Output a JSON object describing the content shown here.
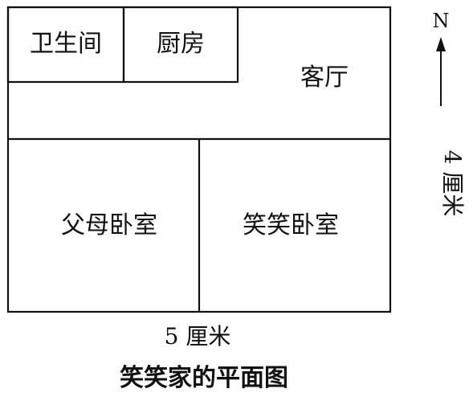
{
  "title": "笑笑家的平面图",
  "rooms": {
    "bathroom": "卫生间",
    "kitchen": "厨房",
    "living_room": "客厅",
    "parents_bedroom": "父母卧室",
    "xiaoxiao_bedroom": "笑笑卧室"
  },
  "dimensions": {
    "width": "5 厘米",
    "height": "4 厘米"
  },
  "compass": {
    "north": "N"
  },
  "colors": {
    "line": "#111111",
    "background": "#ffffff"
  }
}
